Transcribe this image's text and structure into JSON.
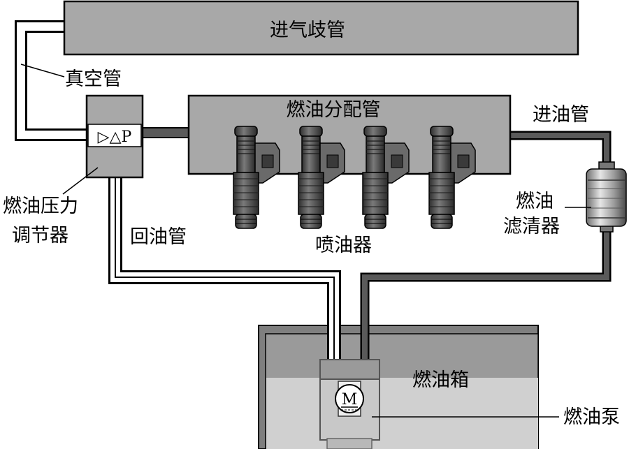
{
  "diagram": {
    "labels": {
      "intake_manifold": "进气歧管",
      "vacuum_tube": "真空管",
      "fuel_rail": "燃油分配管",
      "inlet_pipe": "进油管",
      "regulator_line1": "燃油压力",
      "regulator_line2": "调节器",
      "regulator_symbol": "▷△P",
      "return_pipe": "回油管",
      "injectors": "喷油器",
      "filter_line1": "燃油",
      "filter_line2": "滤清器",
      "fuel_tank": "燃油箱",
      "fuel_pump": "燃油泵",
      "motor_symbol": "M"
    },
    "colors": {
      "component_gray": "#a6a6a6",
      "pipe_dark": "#555555",
      "tank_dark": "#7f7f7f",
      "tank_fuel": "#cfcfcf",
      "outline": "#000000"
    },
    "injector_count": 4
  }
}
